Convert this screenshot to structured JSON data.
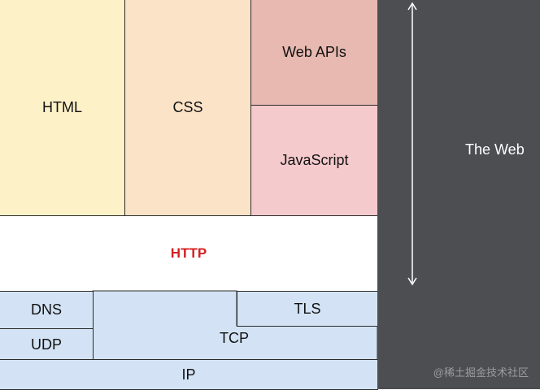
{
  "colors": {
    "html": "#fdf1c8",
    "css": "#fbe3c8",
    "web_apis": "#e8b9b1",
    "javascript": "#f4cacc",
    "http_bg": "#ffffff",
    "http_text": "#d42020",
    "network": "#d3e3f5",
    "side_panel": "#4d4e52"
  },
  "layers": {
    "html": "HTML",
    "css": "CSS",
    "web_apis": "Web APIs",
    "javascript": "JavaScript",
    "http": "HTTP",
    "dns": "DNS",
    "udp": "UDP",
    "tls": "TLS",
    "tcp": "TCP",
    "ip": "IP"
  },
  "side": {
    "label": "The Web",
    "arrow": "double-headed-arrow"
  },
  "watermark": "@稀土掘金技术社区"
}
